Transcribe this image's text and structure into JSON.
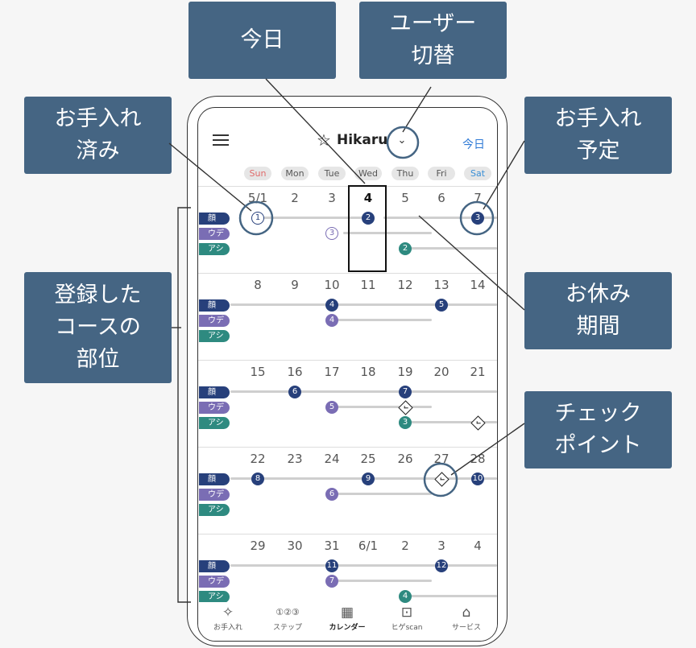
{
  "callouts": {
    "today": "今日",
    "user_switch": "ユーザー\n切替",
    "done": "お手入れ\n済み",
    "planned": "お手入れ\n予定",
    "registered_parts": "登録したコースの部位",
    "rest_period": "お休み\n期間",
    "checkpoint": "チェック\nポイント"
  },
  "header": {
    "user_name": "Hikaru",
    "today_link": "今日",
    "star_icon": "star-icon",
    "menu_icon": "hamburger-icon",
    "switch_icon": "chevron-down-icon"
  },
  "weekdays": [
    "Sun",
    "Mon",
    "Tue",
    "Wed",
    "Thu",
    "Fri",
    "Sat"
  ],
  "parts": [
    "顔",
    "ウデ",
    "アシ"
  ],
  "colors": {
    "face": "#27407b",
    "arm": "#7a6db4",
    "leg": "#2e8a80",
    "sun": "#e06b6b",
    "sat": "#3a8fd6",
    "callout": "#456583"
  },
  "weeks": [
    {
      "days": [
        "5/1",
        "2",
        "3",
        "4",
        "5",
        "6",
        "7"
      ],
      "today_index": 3
    },
    {
      "days": [
        "8",
        "9",
        "10",
        "11",
        "12",
        "13",
        "14"
      ]
    },
    {
      "days": [
        "15",
        "16",
        "17",
        "18",
        "19",
        "20",
        "21"
      ]
    },
    {
      "days": [
        "22",
        "23",
        "24",
        "25",
        "26",
        "27",
        "28"
      ]
    },
    {
      "days": [
        "29",
        "30",
        "31",
        "6/1",
        "2",
        "3",
        "4"
      ]
    }
  ],
  "marks": {
    "w0": {
      "face_done": "1",
      "face_a": "2",
      "face_b": "3",
      "arm_ring": "3",
      "leg": "2"
    },
    "w1": {
      "face_a": "4",
      "face_b": "5",
      "arm": "4"
    },
    "w2": {
      "face_a": "6",
      "face_b": "7",
      "arm": "5",
      "leg": "3"
    },
    "w3": {
      "face_a": "8",
      "face_b": "9",
      "face_c": "10",
      "arm": "6"
    },
    "w4": {
      "face_a": "11",
      "face_b": "12",
      "arm": "7",
      "leg": "4"
    }
  },
  "nav": [
    {
      "label": "お手入れ",
      "icon": "sparkle-icon"
    },
    {
      "label": "ステップ",
      "icon": "steps-icon"
    },
    {
      "label": "カレンダー",
      "icon": "calendar-icon",
      "active": true
    },
    {
      "label": "ヒゲscan",
      "icon": "scan-icon"
    },
    {
      "label": "サービス",
      "icon": "gift-icon"
    }
  ],
  "nav_icon_glyphs": [
    "✧",
    "①②③",
    "▦",
    "⊡",
    "⌂"
  ]
}
